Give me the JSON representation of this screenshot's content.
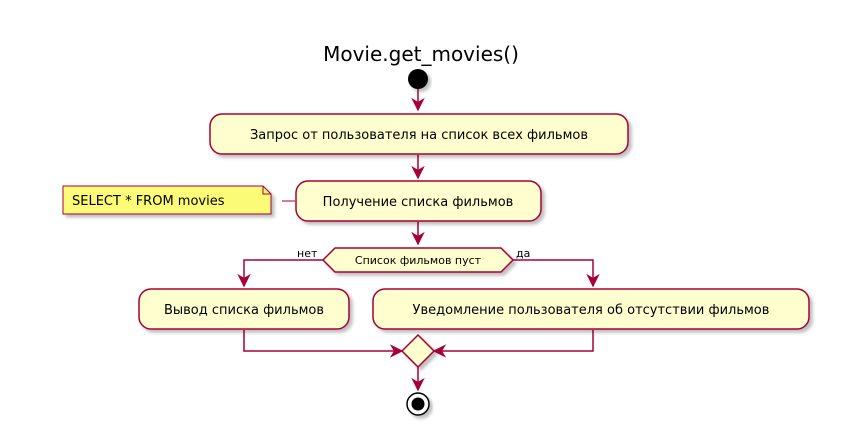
{
  "diagram": {
    "title": "Movie.get_movies()",
    "activities": {
      "request": "Запрос от пользователя на список всех фильмов",
      "fetch": "Получение списка фильмов",
      "output": "Вывод списка фильмов",
      "notify": "Уведомление пользователя об отсутствии фильмов"
    },
    "note": "SELECT * FROM movies",
    "decision": {
      "label": "Список фильмов пуст",
      "no": "нет",
      "yes": "да"
    }
  },
  "colors": {
    "line": "#A80036",
    "activity_fill": "#FEFECE",
    "note_fill": "#FBFB77",
    "note_border": "#A80036",
    "node": "#000000"
  }
}
